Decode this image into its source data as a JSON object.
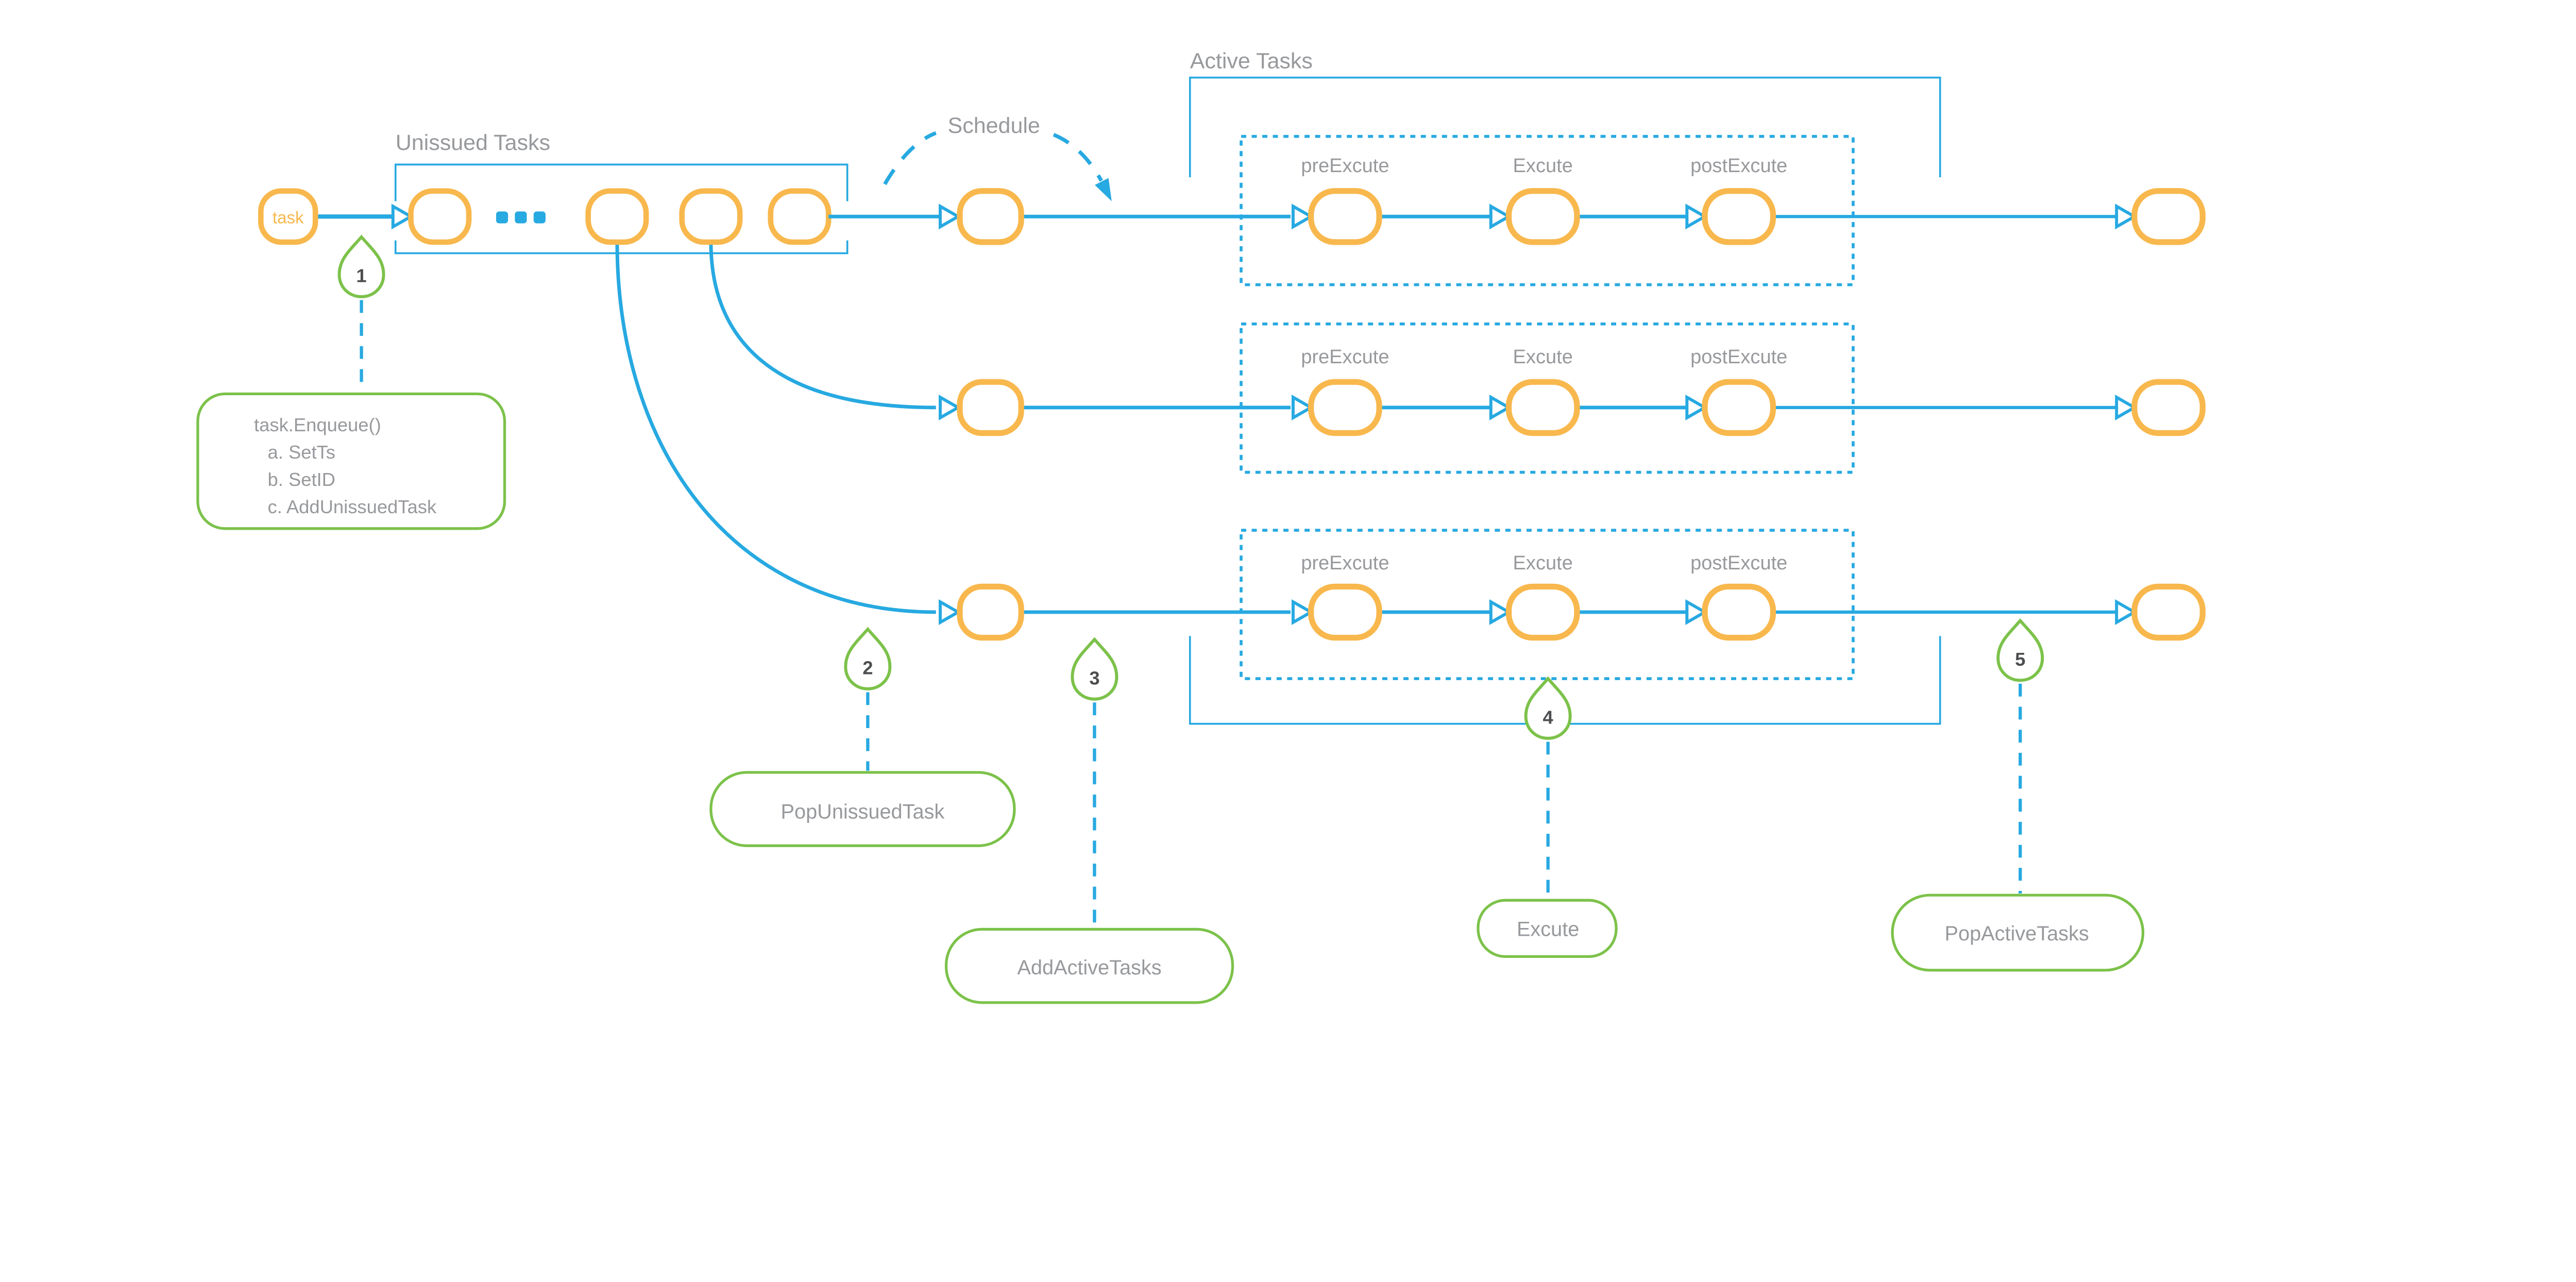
{
  "labels": {
    "unissued_tasks": "Unissued Tasks",
    "active_tasks": "Active Tasks",
    "schedule": "Schedule",
    "task_node": "task",
    "stages": [
      "preExcute",
      "Excute",
      "postExcute"
    ]
  },
  "markers": [
    {
      "num": "1",
      "callout_lines": [
        "task.Enqueue()",
        "a. SetTs",
        "b. SetID",
        "c. AddUnissuedTask"
      ]
    },
    {
      "num": "2",
      "callout": "PopUnissuedTask"
    },
    {
      "num": "3",
      "callout": "AddActiveTasks"
    },
    {
      "num": "4",
      "callout": "Excute"
    },
    {
      "num": "5",
      "callout": "PopActiveTasks"
    }
  ],
  "colors": {
    "node_orange": "#F8B84D",
    "flow_blue": "#27A9E1",
    "annotation_green": "#7CC24A",
    "label_gray": "#97999C",
    "marker_number_gray": "#4D4E50",
    "background": "#FFFFFF"
  }
}
